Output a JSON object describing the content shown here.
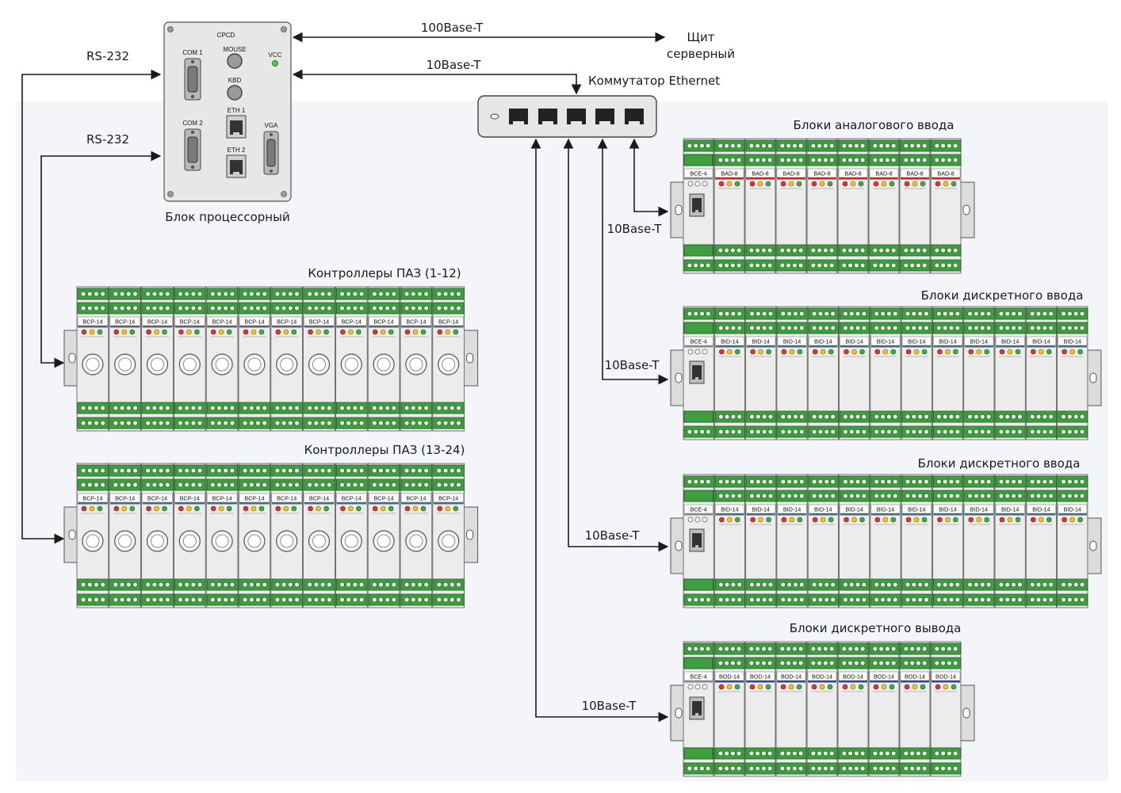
{
  "links": {
    "eth100": "100Base-T",
    "eth10_cpu": "10Base-T",
    "rs232_top": "RS-232",
    "rs232_bottom": "RS-232",
    "eth10_analog": "10Base-T",
    "eth10_din1": "10Base-T",
    "eth10_din2": "10Base-T",
    "eth10_dout": "10Base-T"
  },
  "destinations": {
    "server_line1": "Щит",
    "server_line2": "серверный",
    "switch": "Коммутатор Ethernet"
  },
  "cpu": {
    "caption": "Блок процессорный",
    "model": "CPCD",
    "com1": "COM 1",
    "com2": "COM 2",
    "mouse": "MOUSE",
    "kbd": "KBD",
    "vcc": "VCC",
    "eth1": "ETH 1",
    "eth2": "ETH 2",
    "vga": "VGA"
  },
  "racks": {
    "paz1": {
      "title": "Контроллеры ПАЗ (1-12)",
      "module": "BCP-14",
      "count": 12
    },
    "paz2": {
      "title": "Контроллеры ПАЗ (13-24)",
      "module": "BCP-14",
      "count": 12
    },
    "analog": {
      "title": "Блоки аналогового ввода",
      "head": "BCE-4",
      "module": "BAD-8",
      "count": 8
    },
    "din1": {
      "title": "Блоки дискретного ввода",
      "head": "BCE-4",
      "module": "BID-14",
      "count": 12
    },
    "din2": {
      "title": "Блоки дискретного ввода",
      "head": "BCE-4",
      "module": "BID-14",
      "count": 12
    },
    "dout": {
      "title": "Блоки дискретного вывода",
      "head": "BCE-4",
      "module": "BOD-14",
      "count": 8
    }
  },
  "colors": {
    "terminal_green": "#3f9e3f",
    "module_body": "#ececec",
    "line": "#1a1a1a",
    "stripe_analog": "#c0282d",
    "stripe_dout": "#2a4a9e",
    "stripe_default": "#4a6a7a"
  }
}
